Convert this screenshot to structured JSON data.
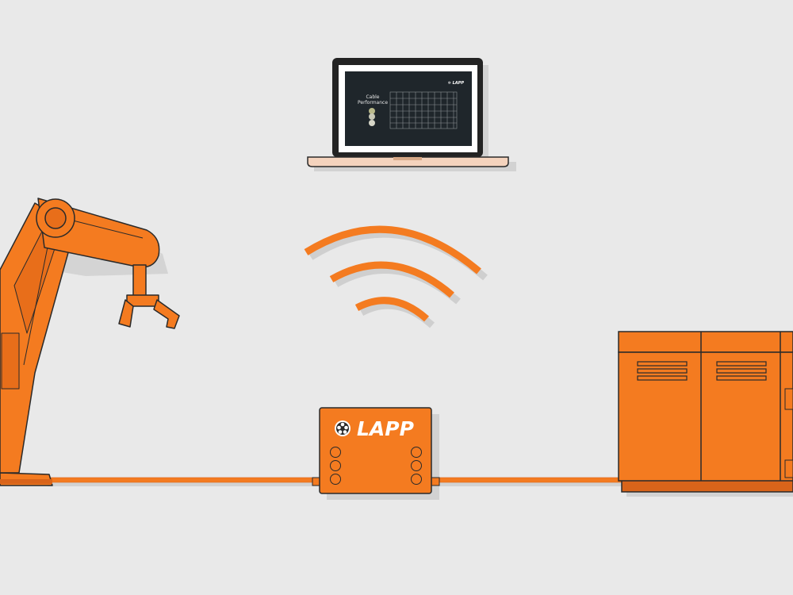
{
  "colors": {
    "background": "#e9e9e9",
    "accent": "#f47b20",
    "accent_dark": "#d9641a",
    "outline": "#2a2a2a",
    "shadow": "#cfcfcf",
    "screen": "#1f262b"
  },
  "laptop": {
    "screen_logo": "✲ LAPP",
    "screen_title_line1": "Cable",
    "screen_title_line2": "Performance"
  },
  "controller": {
    "brand": "LAPP",
    "logo_icon": "lapp-logo-icon"
  },
  "wireless": {
    "icon": "wifi-signal-icon",
    "arcs": 3
  },
  "devices": [
    "robot-arm",
    "lapp-controller-box",
    "control-cabinet",
    "laptop"
  ]
}
